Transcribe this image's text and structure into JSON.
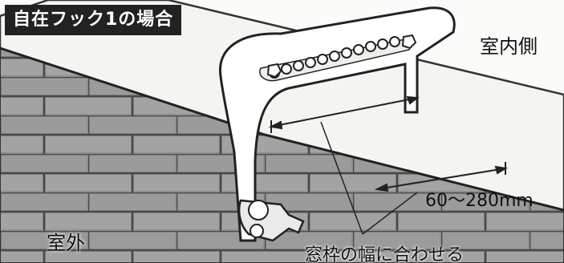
{
  "title_badge": "自在フック1の場合",
  "labels": {
    "indoor": "室内側",
    "outdoor": "室外",
    "width_range": "60〜280mm",
    "caption": "窓枠の幅に合わせる"
  }
}
